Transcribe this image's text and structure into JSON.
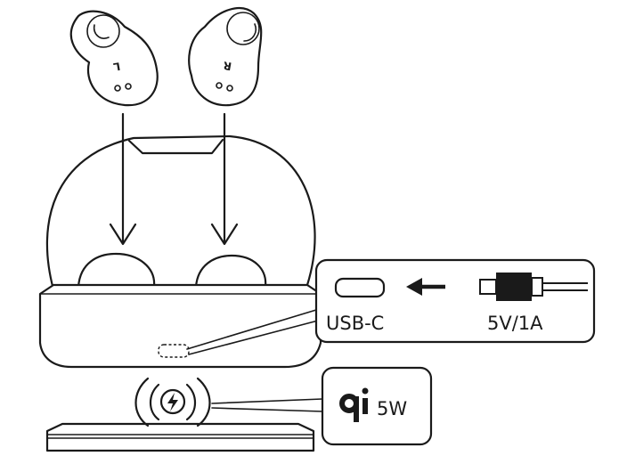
{
  "earbuds": {
    "left_label": "L",
    "right_label": "R"
  },
  "usb_callout": {
    "port_label": "USB-C",
    "power_rating": "5V/1A"
  },
  "wireless_callout": {
    "logo_text": "qi",
    "wattage": "5W"
  },
  "colors": {
    "line": "#1a1a1a",
    "background": "#ffffff"
  }
}
